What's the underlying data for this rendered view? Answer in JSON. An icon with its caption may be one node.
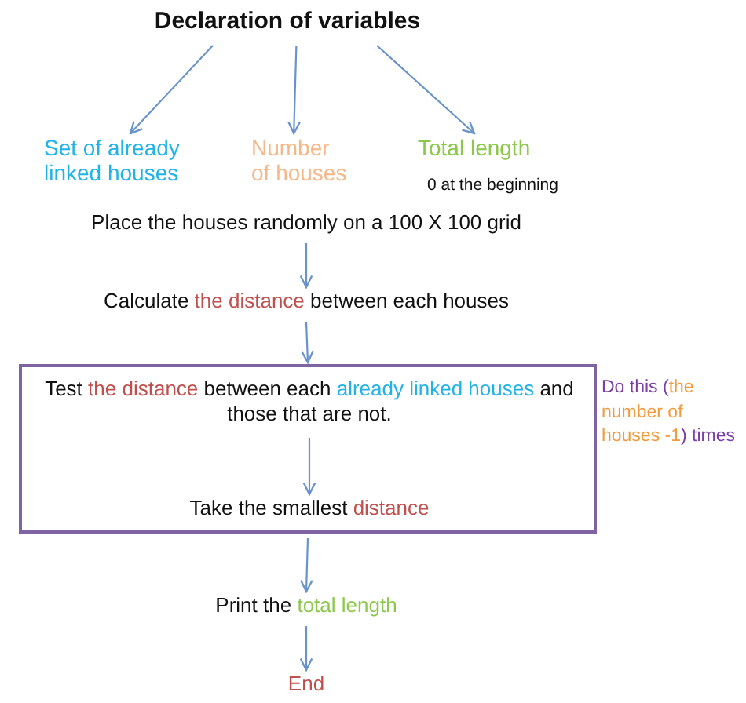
{
  "diagram": {
    "nodes": [
      {
        "text": [
          "Declaration of variables"
        ]
      },
      {
        "text": [
          "Set of already linked houses"
        ]
      },
      {
        "text": [
          "Number of houses"
        ]
      },
      {
        "text": [
          "Total length"
        ],
        "beside": [
          "0 at the beginning"
        ]
      },
      {
        "text": [
          "Place the houses randomly on a 100 X 100 grid"
        ]
      },
      {
        "text": [
          "Calculate the distance between each houses"
        ]
      },
      {
        "text": [],
        "shape": "box",
        "beside": [
          "Do this (the number of houses -1) times"
        ]
      },
      {
        "text": [
          "Test the distance between each already linked houses and those that are not."
        ],
        "in": 6
      },
      {
        "text": [
          "Take the smallest distance"
        ],
        "in": 6
      },
      {
        "text": [
          "Print the total length"
        ]
      },
      {
        "text": [
          "End"
        ]
      }
    ],
    "edges": [
      {
        "from": 0,
        "to": 1,
        "arrow": "to"
      },
      {
        "from": 0,
        "to": 2,
        "arrow": "to"
      },
      {
        "from": 0,
        "to": 3,
        "arrow": "to"
      },
      {
        "from": 4,
        "to": 5,
        "arrow": "to"
      },
      {
        "from": 5,
        "to": 6,
        "arrow": "to"
      },
      {
        "from": 7,
        "to": 8,
        "arrow": "to"
      },
      {
        "from": 6,
        "to": 9,
        "arrow": "to"
      },
      {
        "from": 9,
        "to": 10,
        "arrow": "to"
      }
    ]
  }
}
